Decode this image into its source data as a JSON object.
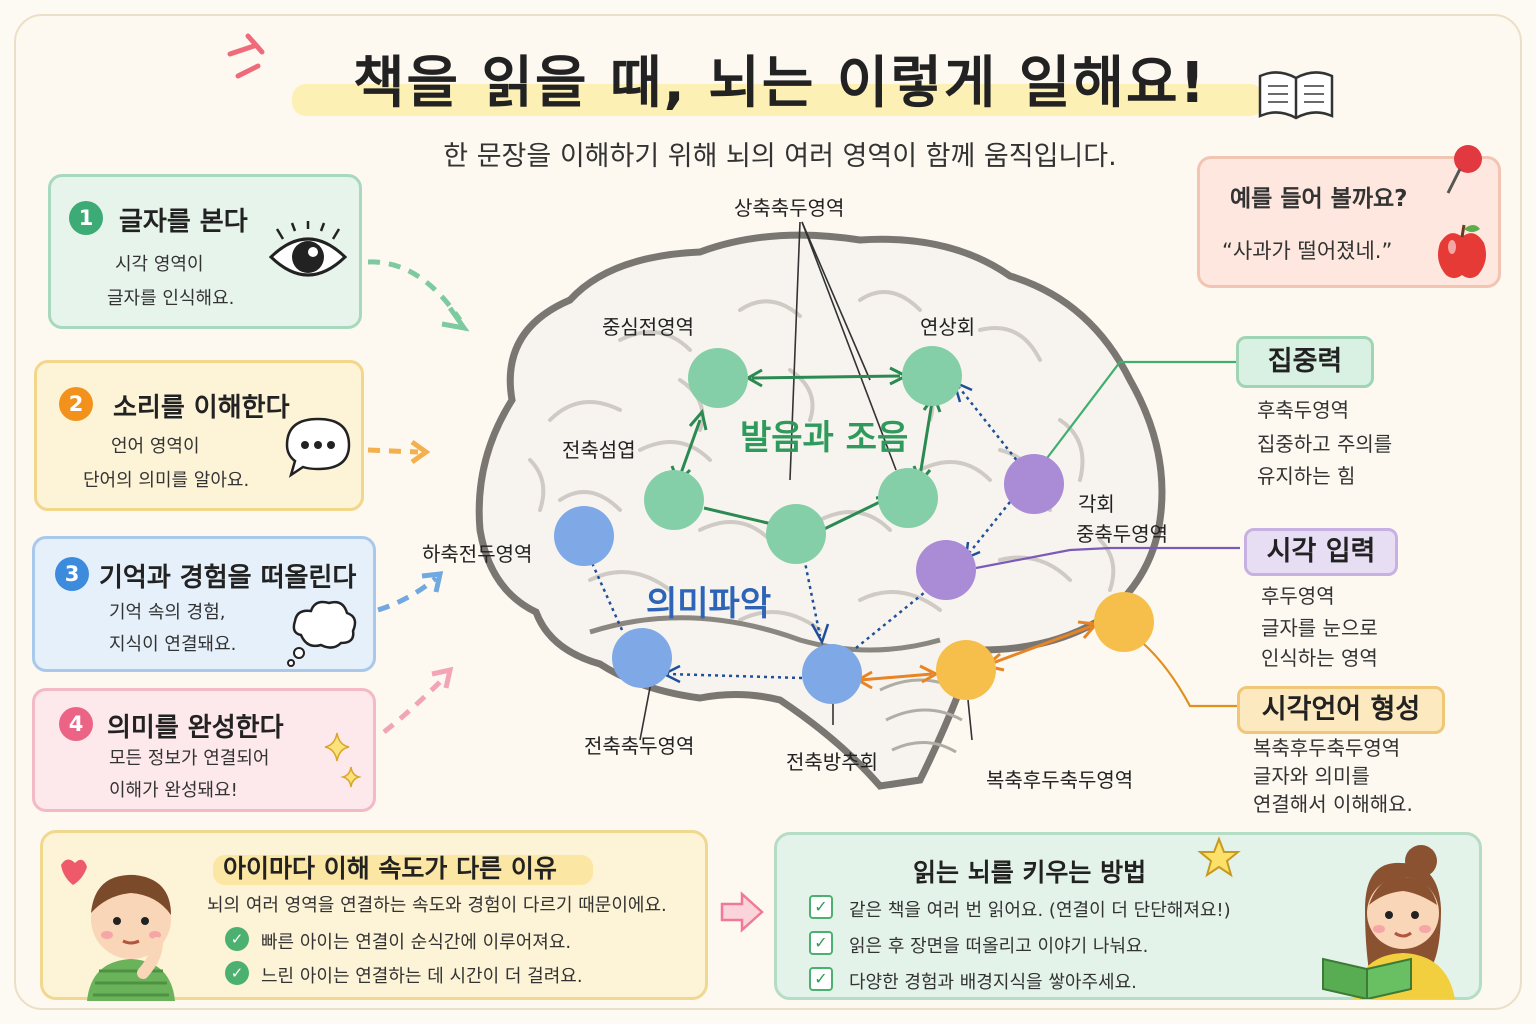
{
  "title": "책을 읽을 때, 뇌는 이렇게 일해요!",
  "subtitle": "한 문장을 이해하기 위해 뇌의 여러 영역이 함께 움직입니다.",
  "steps": [
    {
      "num": "1",
      "title": "글자를 본다",
      "desc1": "시각 영역이",
      "desc2": "글자를 인식해요.",
      "icon": "eye-icon",
      "color": "#3dab76"
    },
    {
      "num": "2",
      "title": "소리를 이해한다",
      "desc1": "언어 영역이",
      "desc2": "단어의 의미를 알아요.",
      "icon": "speech-bubble-icon",
      "color": "#f2921c"
    },
    {
      "num": "3",
      "title": "기억과 경험을 떠올린다",
      "desc1": "기억 속의 경험,",
      "desc2": "지식이 연결돼요.",
      "icon": "thought-cloud-icon",
      "color": "#3d8bdc"
    },
    {
      "num": "4",
      "title": "의미를 완성한다",
      "desc1": "모든 정보가 연결되어",
      "desc2": "이해가 완성돼요!",
      "icon": "sparkle-icon",
      "color": "#ec6485"
    }
  ],
  "example": {
    "question": "예를 들어 볼까요?",
    "sentence": "“사과가 떨어졌네.”",
    "icons": [
      "pushpin-icon",
      "apple-icon"
    ]
  },
  "brain": {
    "labels": {
      "top": "상축축두영역",
      "central": "중심전영역",
      "supramarginal": "연상회",
      "frontal_tail": "전축섬엽",
      "inferior_frontal": "하축전두영역",
      "angular": "각회",
      "mid_temporal": "중축두영역",
      "anterior_temporal": "전축축두영역",
      "fusiform": "전축방추회",
      "occipitotemporal": "복축후두축두영역"
    },
    "phonology": "발음과 조음",
    "semantics": "의미파악",
    "colors": {
      "green": "#85cfa8",
      "blue": "#7ea9e6",
      "purple": "#a98bd6",
      "orange": "#f6bf4c"
    }
  },
  "right_panels": [
    {
      "label": "집중력",
      "lines": [
        "후축두영역",
        "집중하고 주의를",
        "유지하는 힘"
      ]
    },
    {
      "label": "시각 입력",
      "lines": [
        "후두영역",
        "글자를 눈으로",
        "인식하는 영역"
      ]
    },
    {
      "label": "시각언어 형성",
      "lines": [
        "복축후두축두영역",
        "글자와 의미를",
        "연결해서 이해해요."
      ]
    }
  ],
  "bottom_left": {
    "title": "아이마다 이해 속도가 다른 이유",
    "text": "뇌의 여러 영역을 연결하는 속도와 경험이 다르기 때문이에요.",
    "items": [
      "빠른 아이는 연결이 순식간에 이루어져요.",
      "느린 아이는 연결하는 데 시간이 더 걸려요."
    ],
    "icons": [
      "heart-icon",
      "boy-thinking-icon"
    ]
  },
  "bottom_right": {
    "title": "읽는 뇌를 키우는 방법",
    "items": [
      "같은 책을 여러 번 읽어요. (연결이 더 단단해져요!)",
      "읽은 후 장면을 떠올리고 이야기 나눠요.",
      "다양한 경험과 배경지식을 쌓아주세요."
    ],
    "icons": [
      "star-icon",
      "girl-reading-icon"
    ]
  }
}
